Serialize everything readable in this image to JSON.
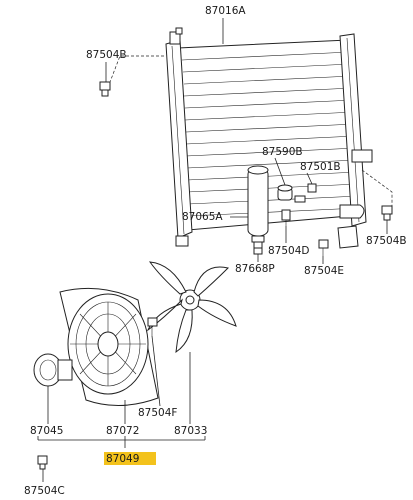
{
  "labels": {
    "p87016A": "87016A",
    "p87504B_top": "87504B",
    "p87590B": "87590B",
    "p87501B": "87501B",
    "p87065A": "87065A",
    "p87504D": "87504D",
    "p87504B_right": "87504B",
    "p87668P": "87668P",
    "p87504E": "87504E",
    "p87045": "87045",
    "p87072": "87072",
    "p87504F": "87504F",
    "p87033": "87033",
    "p87049": "87049",
    "p87504C": "87504C"
  },
  "colors": {
    "highlight": "#f3c21c",
    "line": "#222222"
  }
}
